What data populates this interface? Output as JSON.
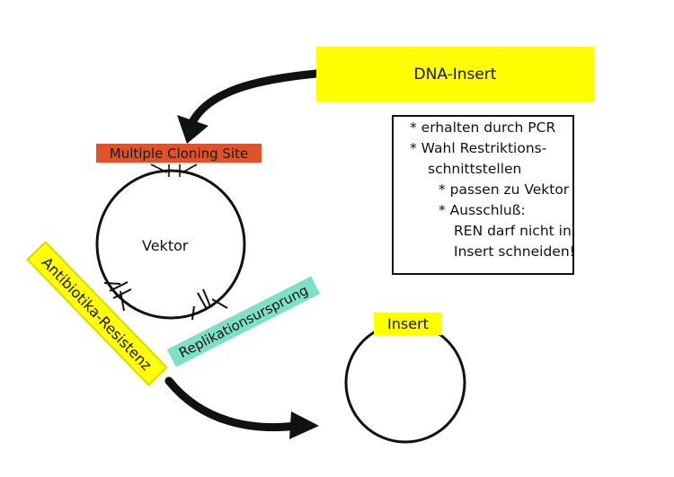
{
  "dna_insert": "DNA-Insert",
  "mcs": "Multiple Cloning Site",
  "vektor": "Vektor",
  "antibiotika": "Antibiotika-Resistenz",
  "replikation": "Replikationsursprung",
  "insert": "Insert",
  "notes": [
    "* erhalten durch PCR",
    "*  Wahl Restriktions-",
    "schnittstellen",
    "* passen zu Vektor",
    "* Ausschluß:",
    "REN darf nicht in",
    "Insert schneiden!"
  ],
  "colors": {
    "yellow": "#ffff00",
    "mcs_red": "#e0532a",
    "replikation_teal": "#7fe0c8",
    "line": "#111111"
  }
}
